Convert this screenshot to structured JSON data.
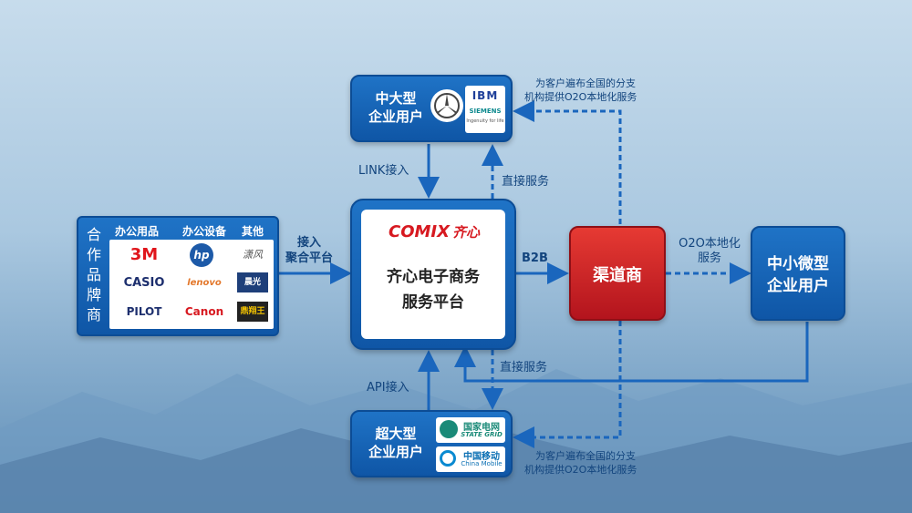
{
  "top_enterprise": {
    "title_line1": "中大型",
    "title_line2": "企业用户",
    "logo_ibm": "IBM",
    "logo_siemens": "SIEMENS",
    "logo_siemens_tag": "Ingenuity for life"
  },
  "note_top": {
    "line1": "为客户遍布全国的分支",
    "line2": "机构提供O2O本地化服务"
  },
  "link_in": "LINK接入",
  "direct_service_top": "直接服务",
  "brand_vendor": {
    "title": [
      "合",
      "作",
      "品",
      "牌",
      "商"
    ],
    "headers": [
      "办公用品",
      "办公设备",
      "其他"
    ],
    "logos": [
      "3M",
      "hp",
      "潇风",
      "CASIO",
      "lenovo",
      "晨光",
      "PILOT",
      "Canon",
      "鼎翔王"
    ]
  },
  "access_aggregate": {
    "line1": "接入",
    "line2": "聚合平台"
  },
  "platform": {
    "brand_latin": "COMIX",
    "brand_cn": "齐心",
    "line1": "齐心电子商务",
    "line2": "服务平台"
  },
  "b2b": "B2B",
  "channel": "渠道商",
  "o2o": {
    "line1": "O2O本地化",
    "line2": "服务"
  },
  "smb": {
    "line1": "中小微型",
    "line2": "企业用户"
  },
  "api_in": "API接入",
  "direct_service_bottom": "直接服务",
  "mega_enterprise": {
    "title_line1": "超大型",
    "title_line2": "企业用户",
    "logo_grid_cn": "国家电网",
    "logo_grid_en": "STATE GRID",
    "logo_mobile_cn": "中国移动",
    "logo_mobile_en": "China Mobile"
  },
  "note_bottom": {
    "line1": "为客户遍布全国的分支",
    "line2": "机构提供O2O本地化服务"
  },
  "colors": {
    "accent_blue": "#1565c0",
    "channel_red": "#d0202a",
    "arrow": "#1a66bd"
  }
}
